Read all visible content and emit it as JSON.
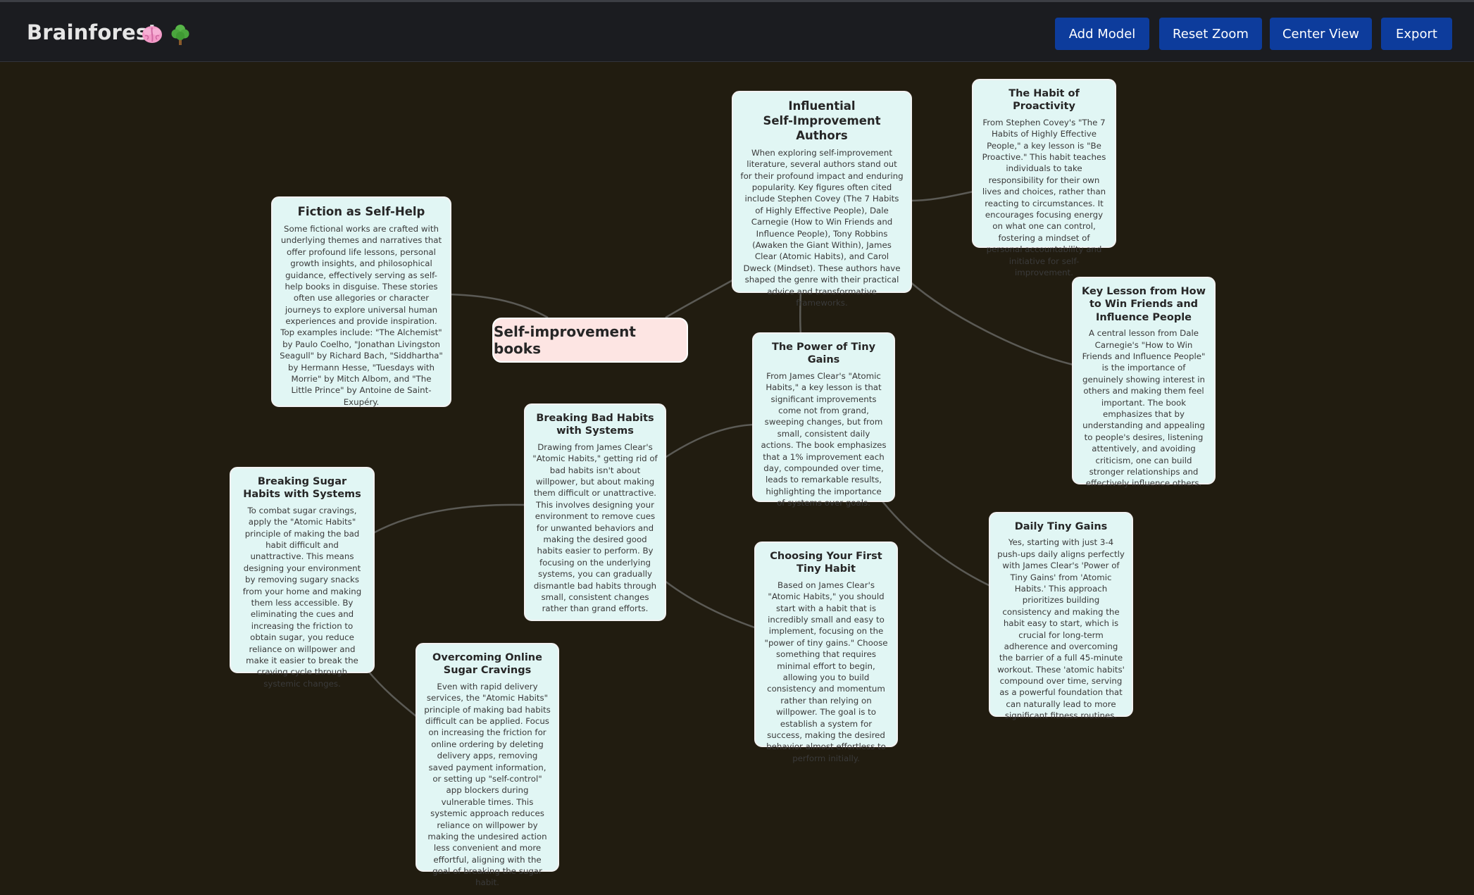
{
  "app": {
    "title": "Brainforest",
    "icons": [
      "brain-icon",
      "tree-icon"
    ]
  },
  "toolbar": {
    "add_model": "Add Model",
    "reset_zoom": "Reset Zoom",
    "center_view": "Center View",
    "export": "Export"
  },
  "colors": {
    "background": "#211c10",
    "topbar": "#1b1c20",
    "button": "#0d3c9c",
    "node": "#e1f6f4",
    "root_node": "#fde5e3",
    "edge": "#5b5a55"
  },
  "mindmap": {
    "root": "Self-improvement books",
    "nodes": {
      "authors": {
        "title": "Influential\nSelf-Improvement Authors",
        "body": "When exploring self-improvement literature, several authors stand out for their profound impact and enduring popularity. Key figures often cited include Stephen Covey (The 7 Habits of Highly Effective People), Dale Carnegie (How to Win Friends and Influence People), Tony Robbins (Awaken the Giant Within), James Clear (Atomic Habits), and Carol Dweck (Mindset). These authors have shaped the genre with their practical advice and transformative frameworks."
      },
      "proactivity": {
        "title": "The Habit of Proactivity",
        "body": "From Stephen Covey's \"The 7 Habits of Highly Effective People,\" a key lesson is \"Be Proactive.\" This habit teaches individuals to take responsibility for their own lives and choices, rather than reacting to circumstances. It encourages focusing energy on what one can control, fostering a mindset of personal accountability and initiative for self-improvement."
      },
      "fiction": {
        "title": "Fiction as Self-Help",
        "body": "Some fictional works are crafted with underlying themes and narratives that offer profound life lessons, personal growth insights, and philosophical guidance, effectively serving as self-help books in disguise. These stories often use allegories or character journeys to explore universal human experiences and provide inspiration. Top examples include: \"The Alchemist\" by Paulo Coelho, \"Jonathan Livingston Seagull\" by Richard Bach, \"Siddhartha\" by Hermann Hesse, \"Tuesdays with Morrie\" by Mitch Albom, and \"The Little Prince\" by Antoine de Saint-Exupéry."
      },
      "carnegie": {
        "title": "Key Lesson from How to Win Friends and Influence People",
        "body": "A central lesson from Dale Carnegie's \"How to Win Friends and Influence People\" is the importance of genuinely showing interest in others and making them feel important. The book emphasizes that by understanding and appealing to people's desires, listening attentively, and avoiding criticism, one can build stronger relationships and effectively influence others."
      },
      "tiny_gains": {
        "title": "The Power of Tiny Gains",
        "body": "From James Clear's \"Atomic Habits,\" a key lesson is that significant improvements come not from grand, sweeping changes, but from small, consistent daily actions. The book emphasizes that a 1% improvement each day, compounded over time, leads to remarkable results, highlighting the importance of systems over goals."
      },
      "bad_habits": {
        "title": "Breaking Bad Habits with Systems",
        "body": "Drawing from James Clear's \"Atomic Habits,\" getting rid of bad habits isn't about willpower, but about making them difficult or unattractive. This involves designing your environment to remove cues for unwanted behaviors and making the desired good habits easier to perform. By focusing on the underlying systems, you can gradually dismantle bad habits through small, consistent changes rather than grand efforts."
      },
      "sugar": {
        "title": "Breaking Sugar Habits with Systems",
        "body": "To combat sugar cravings, apply the \"Atomic Habits\" principle of making the bad habit difficult and unattractive. This means designing your environment by removing sugary snacks from your home and making them less accessible. By eliminating the cues and increasing the friction to obtain sugar, you reduce reliance on willpower and make it easier to break the craving cycle through systemic changes."
      },
      "online_sugar": {
        "title": "Overcoming Online Sugar Cravings",
        "body": "Even with rapid delivery services, the \"Atomic Habits\" principle of making bad habits difficult can be applied. Focus on increasing the friction for online ordering by deleting delivery apps, removing saved payment information, or setting up \"self-control\" app blockers during vulnerable times. This systemic approach reduces reliance on willpower by making the undesired action less convenient and more effortful, aligning with the goal of breaking the sugar habit."
      },
      "first_tiny": {
        "title": "Choosing Your First Tiny Habit",
        "body": "Based on James Clear's \"Atomic Habits,\" you should start with a habit that is incredibly small and easy to implement, focusing on the \"power of tiny gains.\" Choose something that requires minimal effort to begin, allowing you to build consistency and momentum rather than relying on willpower. The goal is to establish a system for success, making the desired behavior almost effortless to perform initially."
      },
      "daily_tiny": {
        "title": "Daily Tiny Gains",
        "body": "Yes, starting with just 3-4 push-ups daily aligns perfectly with James Clear's 'Power of Tiny Gains' from 'Atomic Habits.' This approach prioritizes building consistency and making the habit easy to start, which is crucial for long-term adherence and overcoming the barrier of a full 45-minute workout. These 'atomic habits' compound over time, serving as a powerful foundation that can naturally lead to more significant fitness routines."
      }
    }
  }
}
